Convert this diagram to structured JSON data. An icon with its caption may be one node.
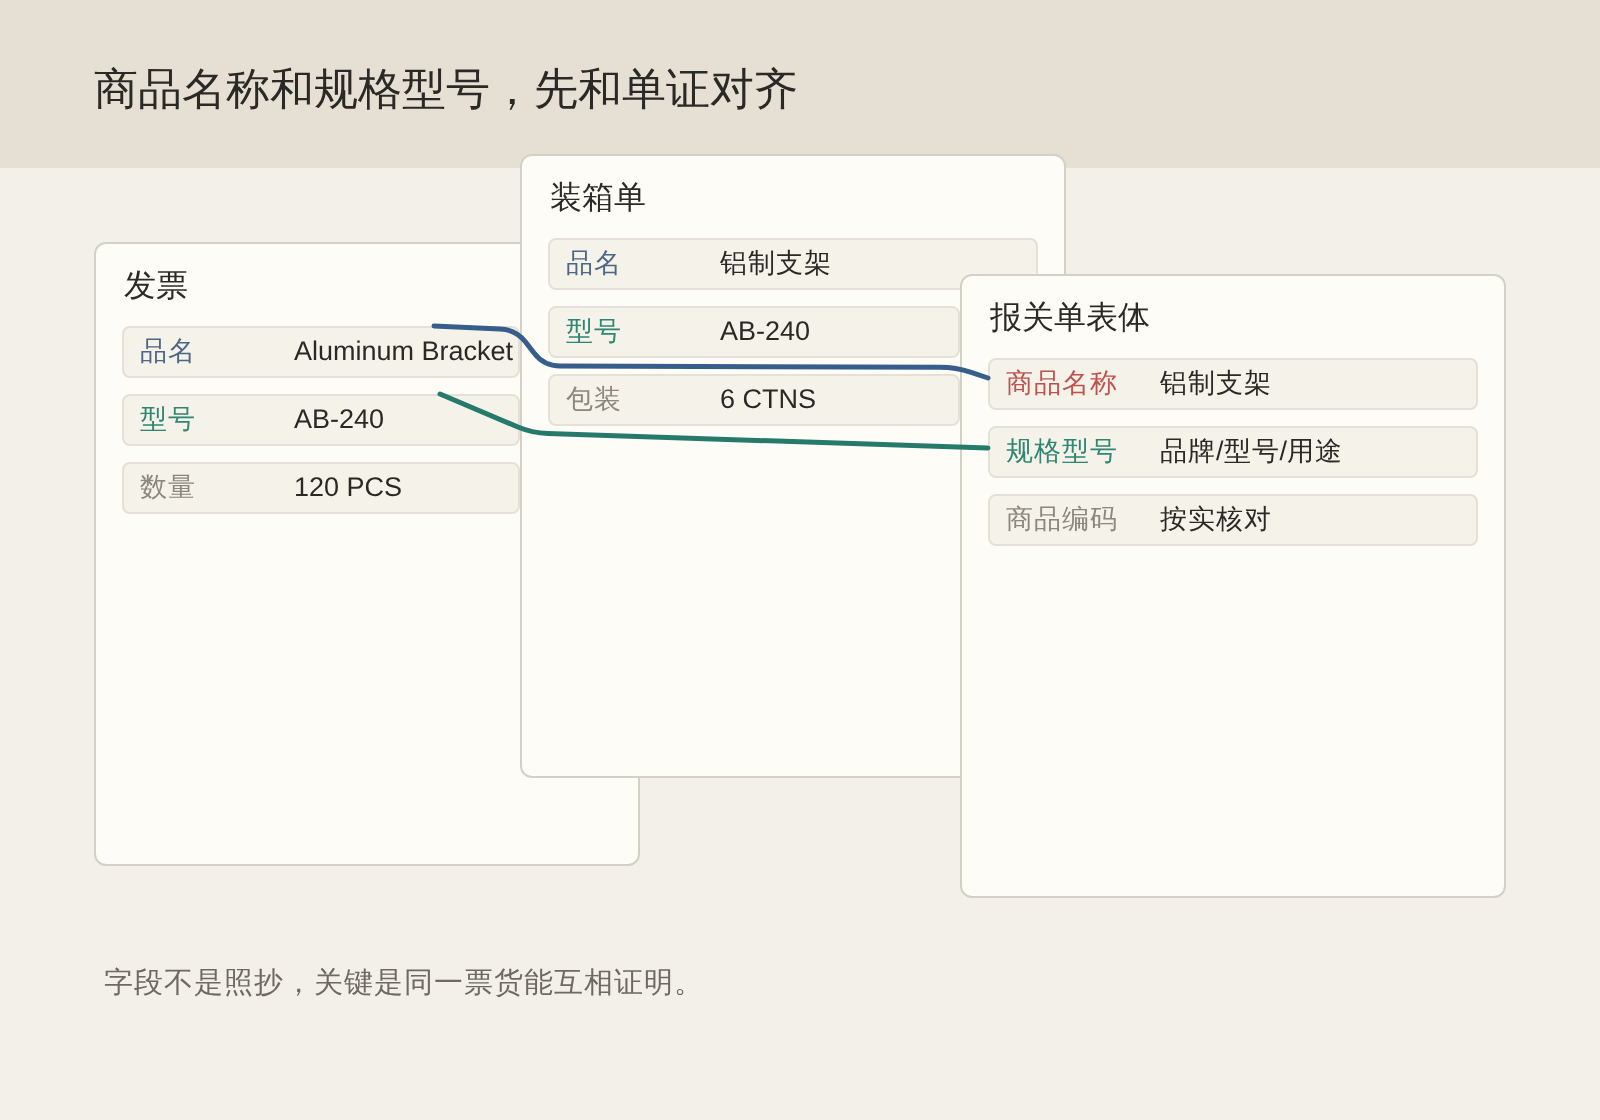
{
  "diagram": {
    "title": "商品名称和规格型号，先和单证对齐",
    "caption": "字段不是照抄，关键是同一票货能互相证明。",
    "nodes": [
      {
        "text": [
          "发票"
        ]
      },
      {
        "text": [
          "品名",
          "Aluminum Bracket"
        ],
        "in": 0
      },
      {
        "text": [
          "型号",
          "AB-240"
        ],
        "in": 0
      },
      {
        "text": [
          "数量",
          "120 PCS"
        ],
        "in": 0
      },
      {
        "text": [
          "装箱单"
        ]
      },
      {
        "text": [
          "品名",
          "铝制支架"
        ],
        "in": 4
      },
      {
        "text": [
          "型号",
          "AB-240"
        ],
        "in": 4
      },
      {
        "text": [
          "包装",
          "6 CTNS"
        ],
        "in": 4
      },
      {
        "text": [
          "报关单表体"
        ]
      },
      {
        "text": [
          "商品名称",
          "铝制支架"
        ],
        "in": 8
      },
      {
        "text": [
          "规格型号",
          "品牌/型号/用途"
        ],
        "in": 8
      },
      {
        "text": [
          "商品编码",
          "按实核对"
        ],
        "in": 8
      }
    ],
    "edges": [
      {
        "from": 1,
        "to": 9,
        "arrow": "none",
        "color": "#365d8c"
      },
      {
        "from": 2,
        "to": 10,
        "arrow": "none",
        "color": "#267a6c"
      }
    ]
  }
}
